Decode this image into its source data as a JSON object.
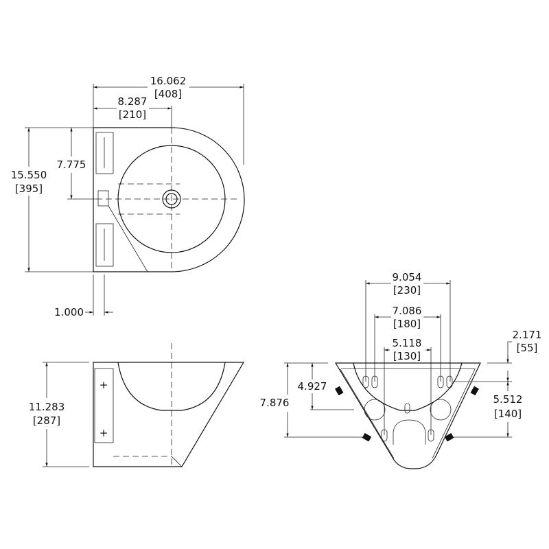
{
  "dimensions": {
    "overall_width": {
      "in": "16.062",
      "mm": "[408]"
    },
    "half_width": {
      "in": "8.287",
      "mm": "[210]"
    },
    "center_height": {
      "in": "7.775"
    },
    "overall_depth": {
      "in": "15.550",
      "mm": "[395]"
    },
    "flange": {
      "in": "1.000"
    },
    "height": {
      "in": "11.283",
      "mm": "[287]"
    },
    "outer_slots": {
      "in": "9.054",
      "mm": "[230]"
    },
    "inner_slots": {
      "in": "7.086",
      "mm": "[180]"
    },
    "bottom_slots": {
      "in": "5.118",
      "mm": "[130]"
    },
    "top_offset": {
      "in": "2.171",
      "mm": "[55]"
    },
    "hole_height": {
      "in": "4.927"
    },
    "bracket_height": {
      "in": "7.876"
    },
    "slot_span": {
      "in": "5.512",
      "mm": "[140]"
    }
  },
  "colors": {
    "line": "#111111",
    "background": "#ffffff"
  }
}
